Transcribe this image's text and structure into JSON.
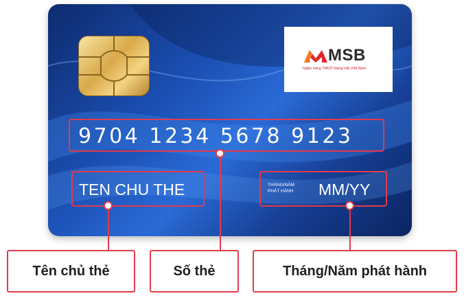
{
  "card": {
    "bank_name": "MSB",
    "bank_tagline": "Ngân hàng TMCP Hàng Hải Việt Nam",
    "card_number": "9704 1234 5678 9123",
    "holder_name": "TEN CHU THE",
    "expiry_caption_line1": "THÁNG/NĂM",
    "expiry_caption_line2": "PHÁT HÀNH",
    "expiry_value": "MM/YY"
  },
  "labels": {
    "holder": "Tên chủ thẻ",
    "number": "Số thẻ",
    "issue_date": "Tháng/Năm phát hành"
  },
  "colors": {
    "accent": "#e33a4b",
    "card_blue": "#1b4fb3",
    "brand_red": "#d0202a"
  }
}
